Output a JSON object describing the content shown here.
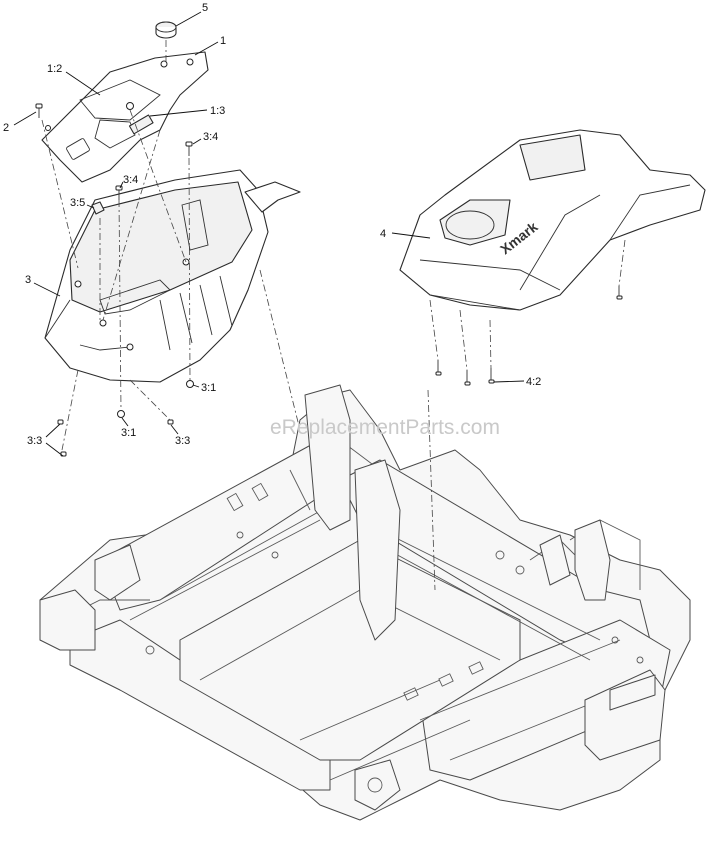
{
  "watermark": "eReplacementParts.com",
  "callouts": {
    "c5": "5",
    "c1": "1",
    "c1_2": "1:2",
    "c1_3": "1:3",
    "c2": "2",
    "c3_4a": "3:4",
    "c3_4b": "3:4",
    "c3_5": "3:5",
    "c3": "3",
    "c4": "4",
    "c4_2": "4:2",
    "c3_1a": "3:1",
    "c3_1b": "3:1",
    "c3_3a": "3:3",
    "c3_3b": "3:3"
  },
  "logos": {
    "console_logo": "Xmark"
  }
}
